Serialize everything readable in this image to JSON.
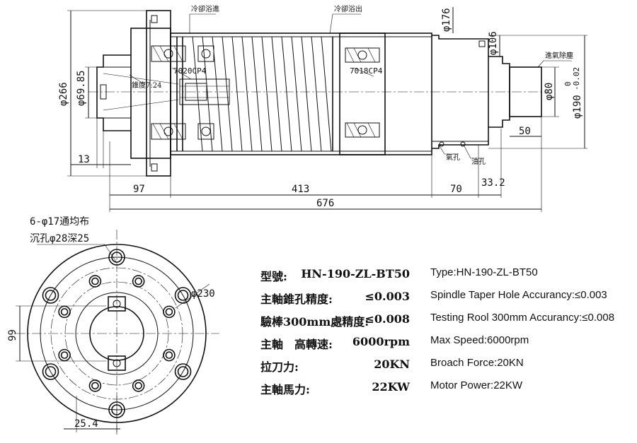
{
  "side_view": {
    "coolant_in": "冷卻浴進",
    "coolant_out": "冷卻浴出",
    "air_dust": "進氣除塵",
    "taper": "錐度7:24",
    "bearing_front": "7020CP4",
    "bearing_rear": "7018CP4",
    "air_hole": "氣孔",
    "oil_hole": "油孔",
    "dims": {
      "d266": "φ266",
      "d69_85": "φ69.85",
      "d176": "φ176",
      "d106": "φ106",
      "d80": "φ80",
      "d190": "φ190",
      "d190_tol_upper": "0",
      "d190_tol_lower": "-0.02",
      "len50": "50",
      "len13": "13",
      "len97": "97",
      "len413": "413",
      "len70": "70",
      "len33_2": "33.2",
      "len676": "676"
    }
  },
  "front_view": {
    "hole_note_1": "6-φ17通均布",
    "hole_note_2": "沉孔φ28深25",
    "d230": "φ230",
    "len99": "99",
    "len25_4": "25.4"
  },
  "specs": {
    "cn": [
      {
        "label": "型號:",
        "value": "HN-190-ZL-BT50"
      },
      {
        "label": "主軸錐孔精度:",
        "value": "≤0.003"
      },
      {
        "label": "驗棒300mm處精度:",
        "value": "≤0.008"
      },
      {
        "label": "主軸　高轉速:",
        "value": "6000rpm"
      },
      {
        "label": "拉刀力:",
        "value": "20KN"
      },
      {
        "label": "主軸馬力:",
        "value": "22KW"
      }
    ],
    "en": [
      "Type:HN-190-ZL-BT50",
      "Spindle Taper Hole Accurancy:≤0.003",
      "Testing Rool 300mm Accurancy:≤0.008",
      "Max Speed:6000rpm",
      "Broach Force:20KN",
      "Motor Power:22KW"
    ]
  }
}
